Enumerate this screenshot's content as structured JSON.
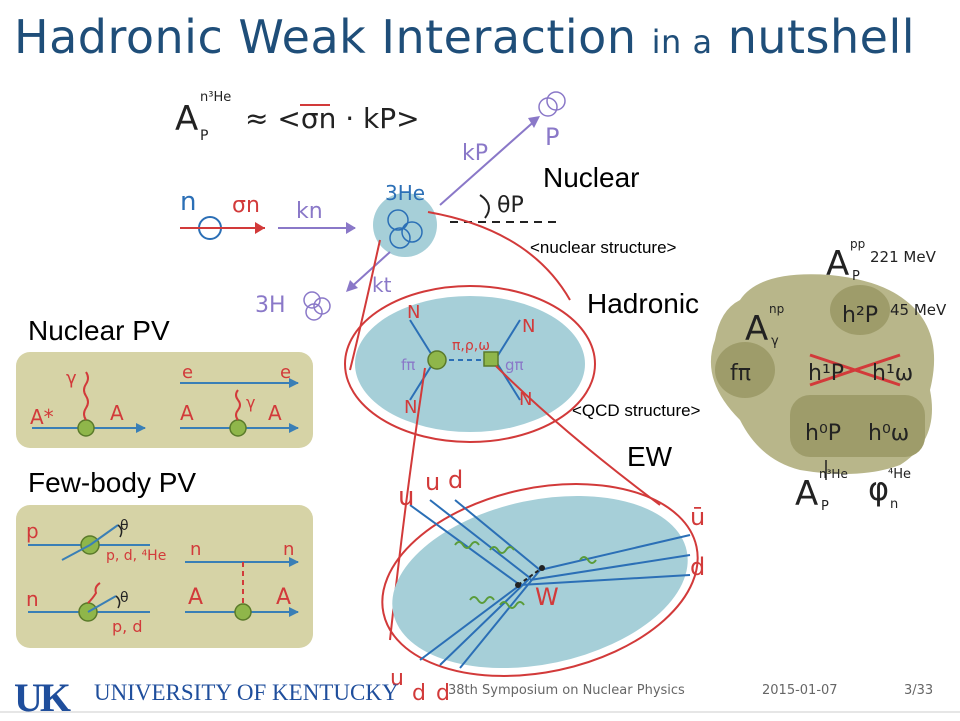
{
  "title": {
    "main": "Hadronic Weak Interaction",
    "connector": "in a",
    "last": "nutshell"
  },
  "labels": {
    "nuclear": "Nuclear",
    "nuclear_structure": "<nuclear structure>",
    "hadronic": "Hadronic",
    "qcd_structure": "<QCD structure>",
    "ew": "EW",
    "nuclear_pv": "Nuclear PV",
    "few_body_pv": "Few-body PV"
  },
  "footer": {
    "university": "UNIVERSITY OF KENTUCKY",
    "logo": "UK",
    "event": "38th Symposium on Nuclear Physics",
    "date": "2015-01-07",
    "page": "3/33"
  },
  "colors": {
    "title": "#1f4e79",
    "panel": "#d6d3a6",
    "blob": "#a6cfd8",
    "red": "#d23a3a",
    "blue": "#2b6fb6",
    "purple": "#8a78c8",
    "green": "#5a9c3a",
    "olive_blob": "#b8b68a",
    "olive_dark": "#9e9c6a"
  },
  "handwritten": {
    "asym_formula": "A",
    "asym_sub": "P",
    "asym_sup": "n³He",
    "approx": "≈ <σn · kP>",
    "n": "n",
    "sigma_n": "σn",
    "k_n": "kn",
    "he3": "3He",
    "p": "P",
    "k_p": "kP",
    "theta_p": "θP",
    "h3": "3H",
    "k_t": "kt",
    "N": "N",
    "f_pi": "fπ",
    "pi_rho_omega": "π,ρ,ω",
    "g_pi": "gπ",
    "u": "u",
    "d": "d",
    "ubar": "ū",
    "W": "W",
    "pp_app": "A",
    "pp_sup": "pp",
    "pp_sub": "P",
    "mev221": "221 MeV",
    "mev45": "45 MeV",
    "np_app": "A",
    "np_sup": "np",
    "np_sub": "γ",
    "h2p": "h²P",
    "f_pi_r": "fπ",
    "h1p": "h¹P",
    "h1w": "h¹ω",
    "h0p": "h⁰P",
    "h0w": "h⁰ω",
    "n3he_app": "A",
    "n3he_sup": "n³He",
    "n3he_sub": "P",
    "phi": "φ",
    "phi_sup": "⁴He",
    "phi_sub": "n",
    "pv_r": "γ",
    "pv_e": "e",
    "pv_A": "A",
    "pv_Astar": "A*",
    "fb_p": "p",
    "fb_n": "n",
    "fb_pd4he": "p, d, ⁴He",
    "fb_pd": "p, d",
    "fb_theta": "θ"
  }
}
